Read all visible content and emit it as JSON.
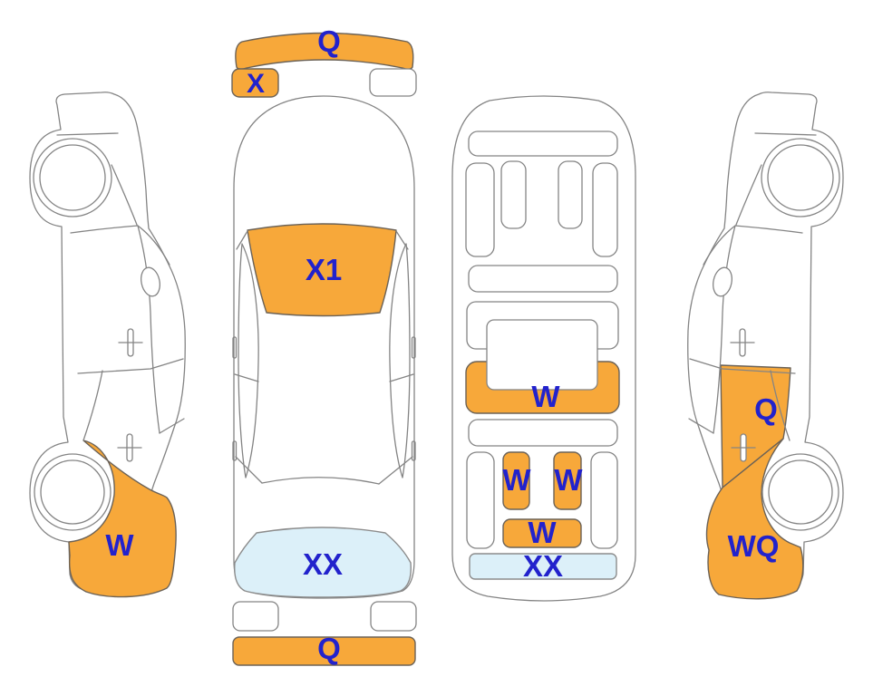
{
  "colors": {
    "damage_fill": "#F7A83A",
    "glass_fill": "#DCF0F9",
    "label_color": "#2222CC",
    "outline_gray": "#848484"
  },
  "views": {
    "side_left": {
      "labels": {
        "rear_quarter": "W"
      }
    },
    "top": {
      "labels": {
        "front_bumper": "Q",
        "headlight_left": "X",
        "windshield": "X1",
        "trunk": "XX",
        "rear_bumper": "Q"
      }
    },
    "interior": {
      "labels": {
        "rear_bench": "W",
        "rear_seat_left": "W",
        "rear_seat_right": "W",
        "rear_seat_center": "W",
        "rear_floor": "XX"
      }
    },
    "side_right": {
      "labels": {
        "rear_door": "Q",
        "rear_quarter": "WQ"
      }
    }
  }
}
